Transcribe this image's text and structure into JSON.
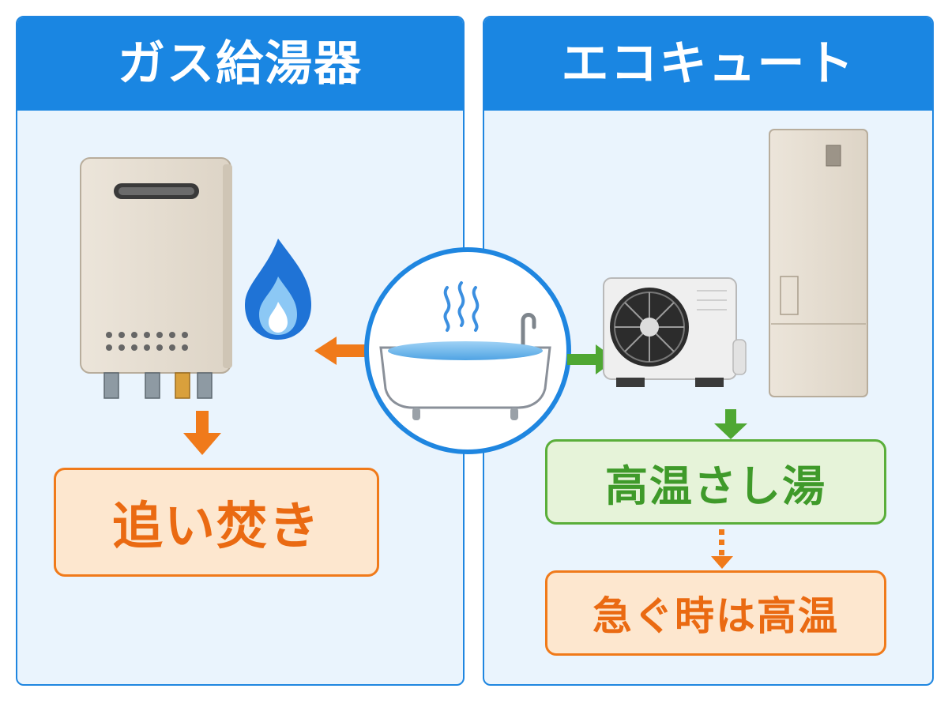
{
  "left_panel": {
    "title": "ガス給湯器",
    "result_label": "追い焚き"
  },
  "right_panel": {
    "title": "エコキュート",
    "result_label": "高温さし湯",
    "sub_label": "急ぐ時は高温"
  },
  "icons": {
    "gas_heater": "gas-water-heater-icon",
    "flame": "flame-icon",
    "bathtub": "bathtub-icon",
    "heat_pump": "heat-pump-unit-icon",
    "storage_tank": "hot-water-tank-icon"
  },
  "colors": {
    "header_blue": "#1a86e2",
    "panel_bg": "#eaf4fd",
    "orange": "#f07a1a",
    "green": "#4fa733"
  }
}
